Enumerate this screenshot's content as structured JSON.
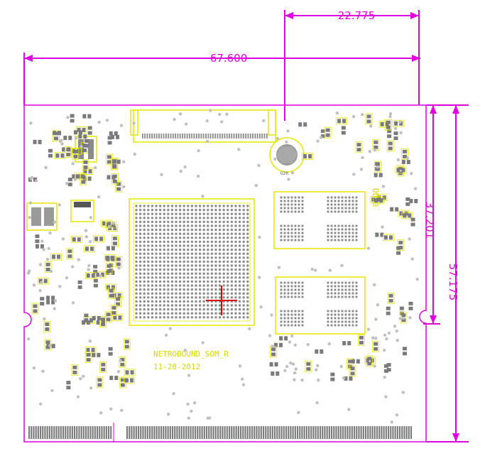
{
  "dimensions": {
    "top_width": "22.775",
    "overall_width": "67.600",
    "inner_height": "37.201",
    "overall_height": "57.175"
  },
  "silkscreen": {
    "ddr_label": "DDR3",
    "board_name": "NETROBOUND_SOM_R",
    "date": "11-28-2012",
    "ref_u": "U20"
  },
  "colors": {
    "dimension": "#e000e0",
    "silkscreen": "#e6e600",
    "pad": "#7a7a7a",
    "via": "#b8b8b8",
    "outline": "#e000e0",
    "fiducial": "#e00000"
  }
}
